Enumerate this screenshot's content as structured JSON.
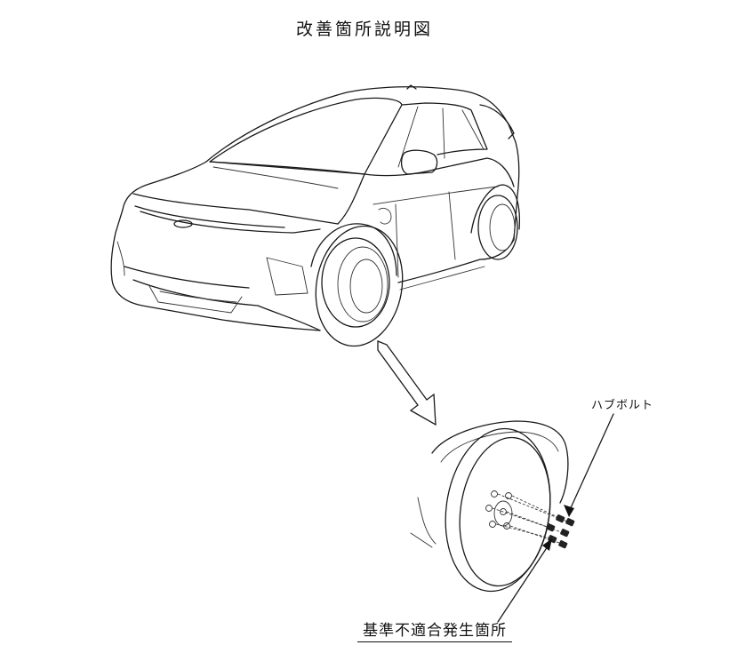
{
  "title": "改善箇所説明図",
  "labels": {
    "hub_bolt": "ハブボルト",
    "nonconformity_location": "基準不適合発生箇所"
  },
  "icons": [
    "car-illustration",
    "wheel-detail-illustration",
    "pointer-arrow-icon"
  ]
}
